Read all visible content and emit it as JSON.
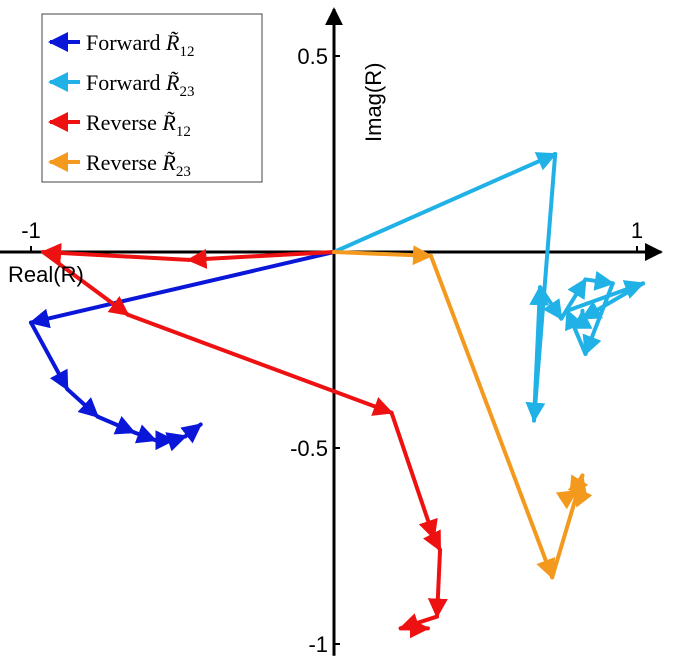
{
  "chart_data": {
    "type": "line",
    "xlabel": "Real(R)",
    "ylabel": "Imag(R)",
    "xlim": [
      -1.12,
      1.08
    ],
    "ylim": [
      -1.03,
      0.62
    ],
    "x_ticks": [
      {
        "value": -1,
        "label": "-1"
      },
      {
        "value": 1,
        "label": "1"
      }
    ],
    "y_ticks": [
      {
        "value": 0.5,
        "label": "0.5"
      },
      {
        "value": -0.5,
        "label": "-0.5"
      },
      {
        "value": -1,
        "label": "-1"
      }
    ],
    "legend": {
      "position": "top-left"
    },
    "series": [
      {
        "name": "Forward R̃12",
        "legend_main": "Forward ",
        "legend_symbol": "R̃",
        "legend_sub": "12",
        "color": "#0a16d8",
        "points": [
          [
            0,
            0
          ],
          [
            -1.0,
            -0.18
          ],
          [
            -0.88,
            -0.35
          ],
          [
            -0.78,
            -0.42
          ],
          [
            -0.66,
            -0.46
          ],
          [
            -0.59,
            -0.48
          ],
          [
            -0.53,
            -0.48
          ],
          [
            -0.49,
            -0.47
          ],
          [
            -0.44,
            -0.44
          ]
        ]
      },
      {
        "name": "Forward R̃23",
        "legend_main": "Forward ",
        "legend_symbol": "R̃",
        "legend_sub": "23",
        "color": "#20b2e6",
        "points": [
          [
            0,
            0
          ],
          [
            0.73,
            0.25
          ],
          [
            0.66,
            -0.43
          ],
          [
            0.68,
            -0.09
          ],
          [
            0.75,
            -0.17
          ],
          [
            0.83,
            -0.07
          ],
          [
            0.92,
            -0.08
          ],
          [
            0.83,
            -0.26
          ],
          [
            0.77,
            -0.15
          ],
          [
            1.02,
            -0.08
          ],
          [
            0.82,
            -0.17
          ],
          [
            0.82,
            -0.15
          ]
        ]
      },
      {
        "name": "Reverse R̃12",
        "legend_main": "Reverse ",
        "legend_symbol": "R̃",
        "legend_sub": "12",
        "color": "#ee1111",
        "points": [
          [
            0,
            0
          ],
          [
            -0.48,
            -0.02
          ],
          [
            -0.96,
            0
          ],
          [
            -0.68,
            -0.16
          ],
          [
            0.19,
            -0.41
          ],
          [
            0.33,
            -0.73
          ],
          [
            0.35,
            -0.76
          ],
          [
            0.34,
            -0.93
          ],
          [
            0.22,
            -0.96
          ],
          [
            0.31,
            -0.96
          ]
        ]
      },
      {
        "name": "Reverse R̃23",
        "legend_main": "Reverse ",
        "legend_symbol": "R̃",
        "legend_sub": "23",
        "color": "#f39a1e",
        "points": [
          [
            0,
            0
          ],
          [
            0.32,
            -0.01
          ],
          [
            0.72,
            -0.83
          ],
          [
            0.82,
            -0.57
          ],
          [
            0.78,
            -0.62
          ],
          [
            0.8,
            -0.61
          ],
          [
            0.79,
            -0.6
          ]
        ]
      }
    ]
  }
}
